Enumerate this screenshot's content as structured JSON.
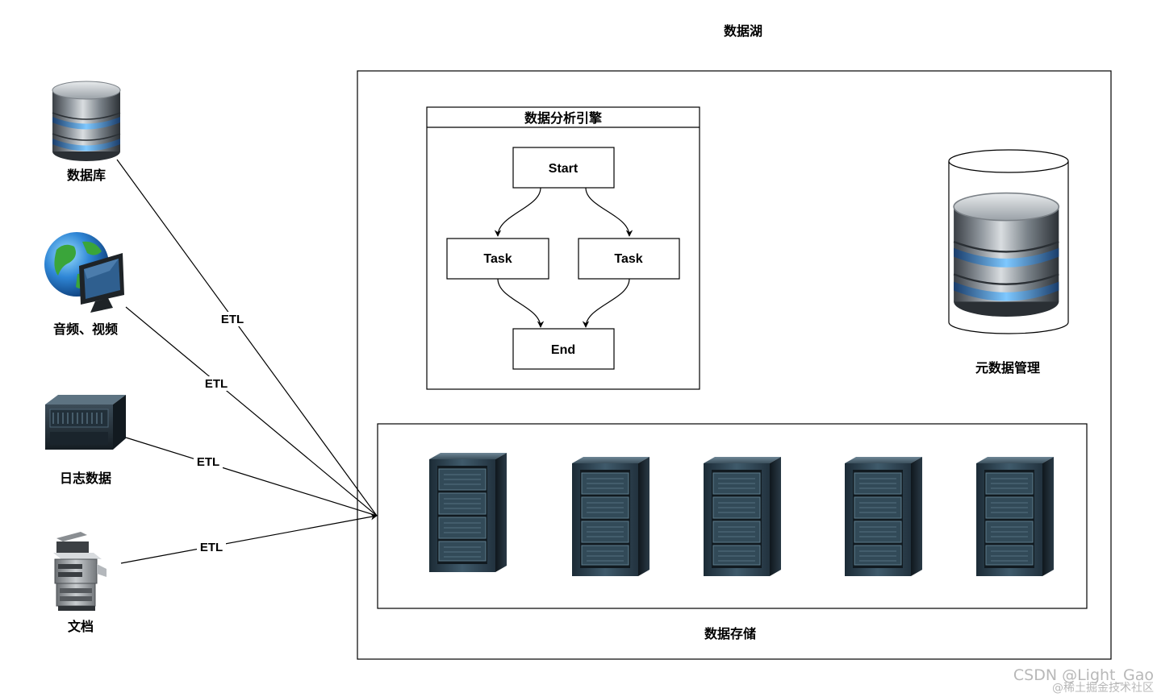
{
  "title": "数据湖",
  "sources": [
    {
      "label": "数据库",
      "icon": "database-icon"
    },
    {
      "label": "音频、视频",
      "icon": "globe-monitor-icon"
    },
    {
      "label": "日志数据",
      "icon": "server-chassis-icon"
    },
    {
      "label": "文档",
      "icon": "copier-icon"
    }
  ],
  "etl_label": "ETL",
  "engine": {
    "title": "数据分析引擎",
    "start": "Start",
    "task_left": "Task",
    "task_right": "Task",
    "end": "End"
  },
  "metadata": {
    "label": "元数据管理",
    "icon": "database-cylinder-icon"
  },
  "storage": {
    "label": "数据存储",
    "server_count": 5,
    "server_icon": "server-rack-icon"
  },
  "watermark": {
    "line1": "CSDN @Light_Gao",
    "line2": "@稀土掘金技术社区"
  }
}
